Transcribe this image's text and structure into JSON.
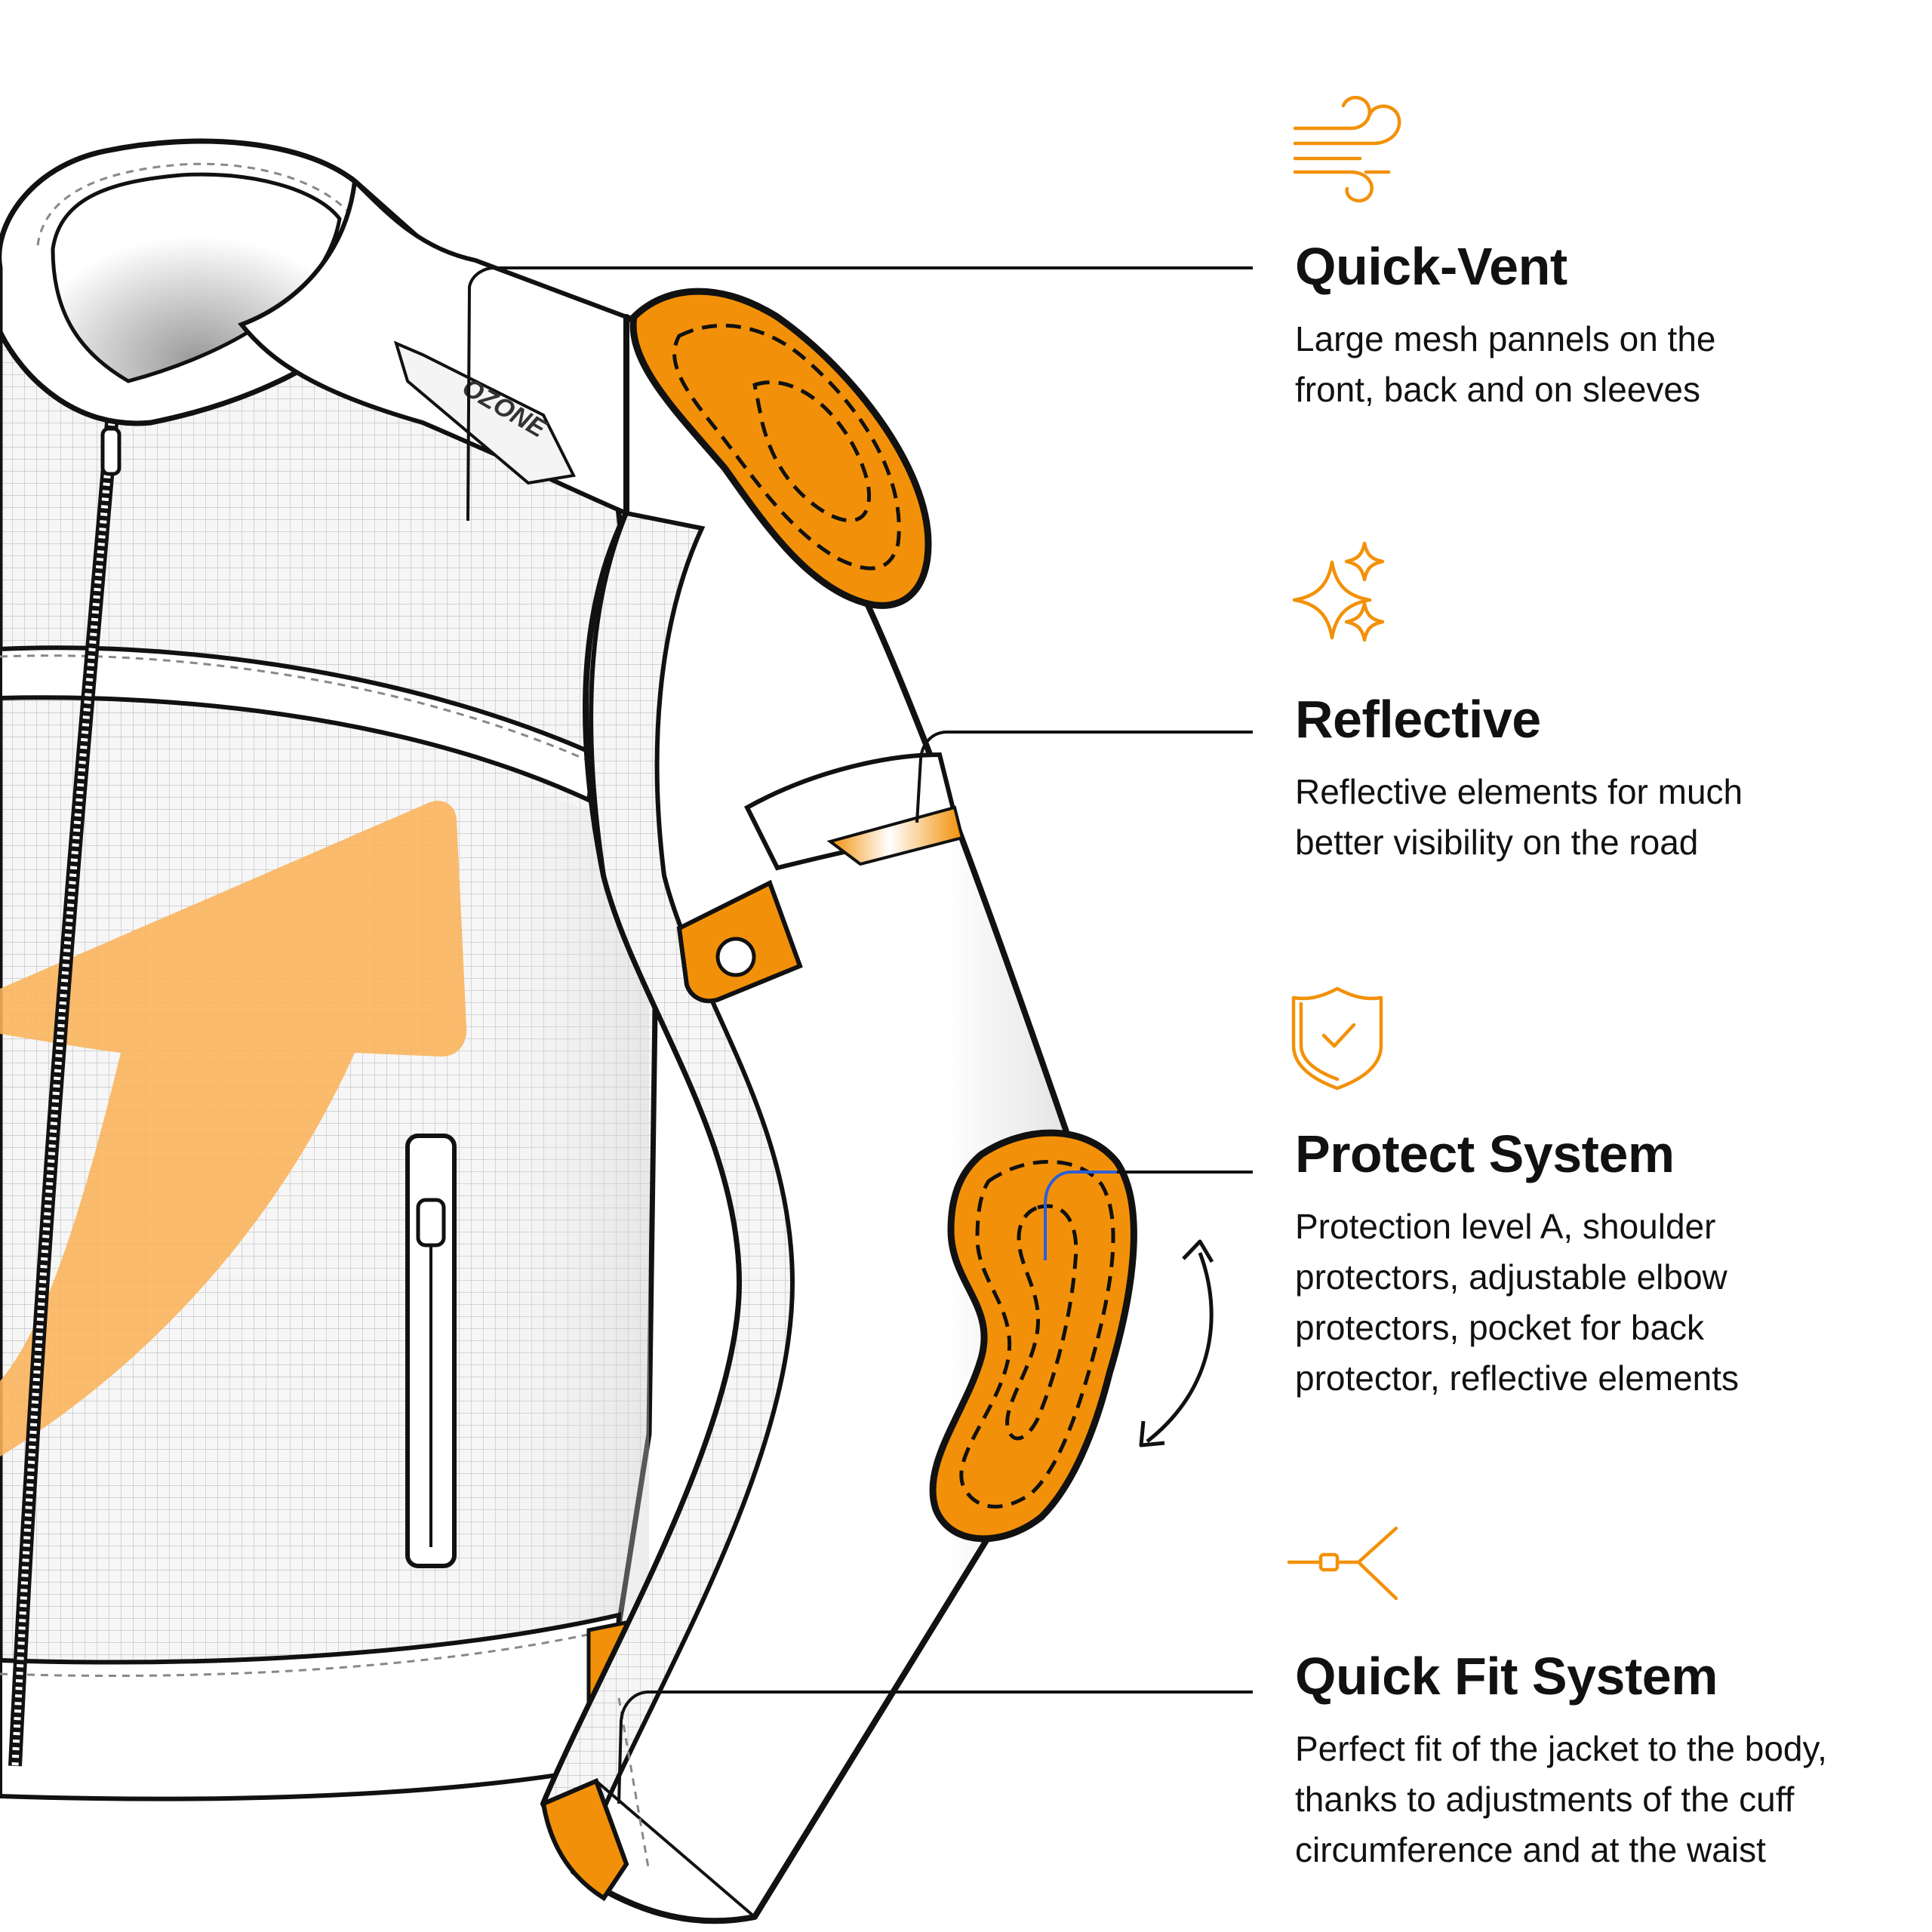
{
  "colors": {
    "accent": "#f29109",
    "accent_light": "#fbb35a",
    "line": "#111111",
    "mesh": "#d4d4d4"
  },
  "jacket": {
    "brand_text": "OZONE"
  },
  "features": [
    {
      "icon": "wind-icon",
      "title": "Quick-Vent",
      "desc_lines": [
        "Large mesh pannels on the",
        "front, back and on sleeves"
      ]
    },
    {
      "icon": "sparkles-icon",
      "title": "Reflective",
      "desc_lines": [
        "Reflective elements for much",
        "better visibility on the road"
      ]
    },
    {
      "icon": "shield-check-icon",
      "title": "Protect System",
      "desc_lines": [
        "Protection level A, shoulder",
        "protectors, adjustable elbow",
        "protectors, pocket for back",
        "protector, reflective elements"
      ]
    },
    {
      "icon": "adjuster-icon",
      "title": "Quick Fit System",
      "desc_lines": [
        "Perfect fit of the jacket to the body,",
        "thanks to adjustments of the cuff",
        "circumference and at the waist"
      ]
    }
  ]
}
